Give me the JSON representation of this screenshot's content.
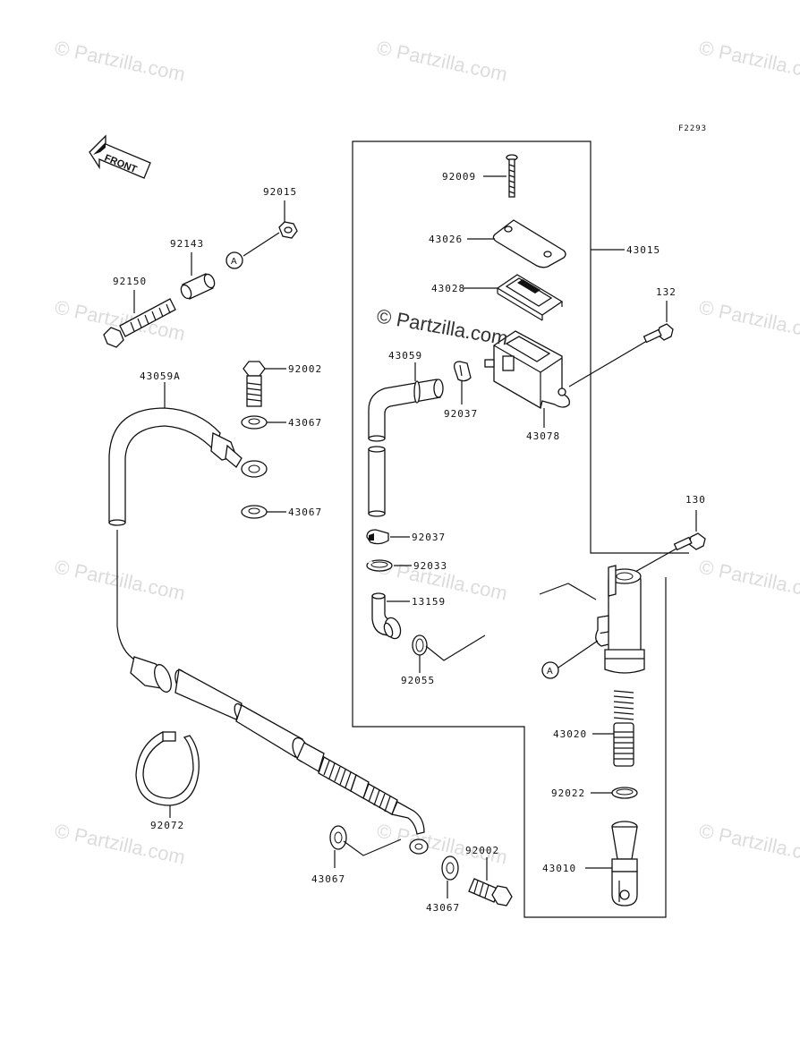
{
  "watermark_text": "© Partzilla.com",
  "center_watermark": "© Partzilla.com",
  "diagram_code": "F2293",
  "front_label": "FRONT",
  "ref_marker": "A",
  "parts": {
    "p92009": "92009",
    "p43026": "43026",
    "p43028": "43028",
    "p43015": "43015",
    "p132": "132",
    "p43059": "43059",
    "p92037a": "92037",
    "p43078": "43078",
    "p92037b": "92037",
    "p92033": "92033",
    "p13159": "13159",
    "p92055": "92055",
    "p130": "130",
    "p43020": "43020",
    "p92022": "92022",
    "p43010": "43010",
    "p92015": "92015",
    "p92143": "92143",
    "p92150": "92150",
    "p92002a": "92002",
    "p43067a": "43067",
    "p43067b": "43067",
    "p43059A": "43059A",
    "p92072": "92072",
    "p43067c": "43067",
    "p43067d": "43067",
    "p92002b": "92002"
  }
}
